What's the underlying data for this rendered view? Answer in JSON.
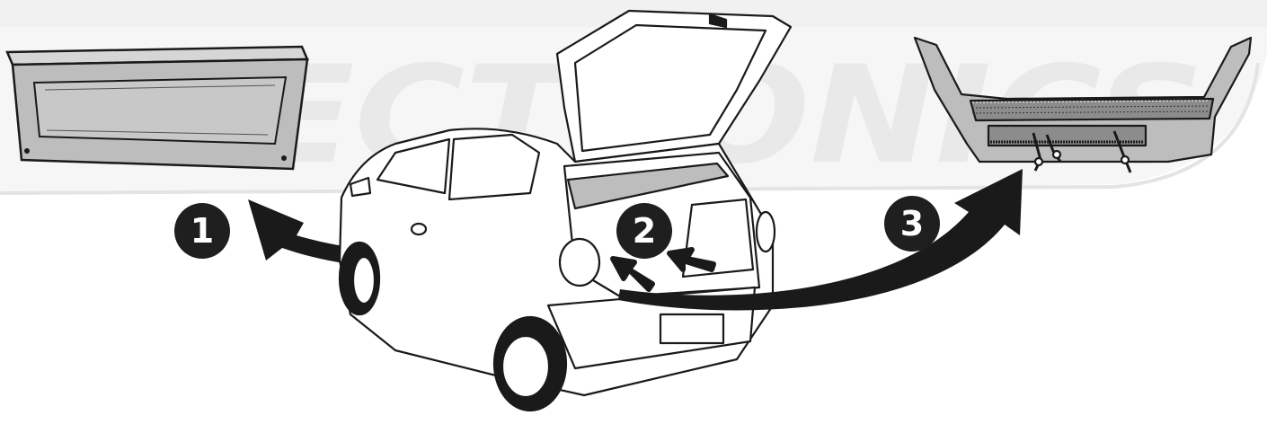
{
  "watermark": {
    "text": "ELECTRONICS",
    "color": "#e9e9e9"
  },
  "steps": [
    {
      "number": "1",
      "depicts": "rear parcel shelf removed"
    },
    {
      "number": "2",
      "depicts": "pull trunk floor trim in direction of arrows"
    },
    {
      "number": "3",
      "depicts": "rear trunk sill trim panel with clips"
    }
  ],
  "colors": {
    "outline": "#1a1a1a",
    "panel_fill": "#bdbdbd",
    "panel_dark": "#8c8c8c",
    "badge": "#1f1f1f",
    "arrow": "#1a1a1a",
    "band": "#f1f1f1"
  },
  "icons": [
    "arrow-curved-left-icon",
    "arrow-curved-right-icon",
    "arrow-straight-icon"
  ]
}
